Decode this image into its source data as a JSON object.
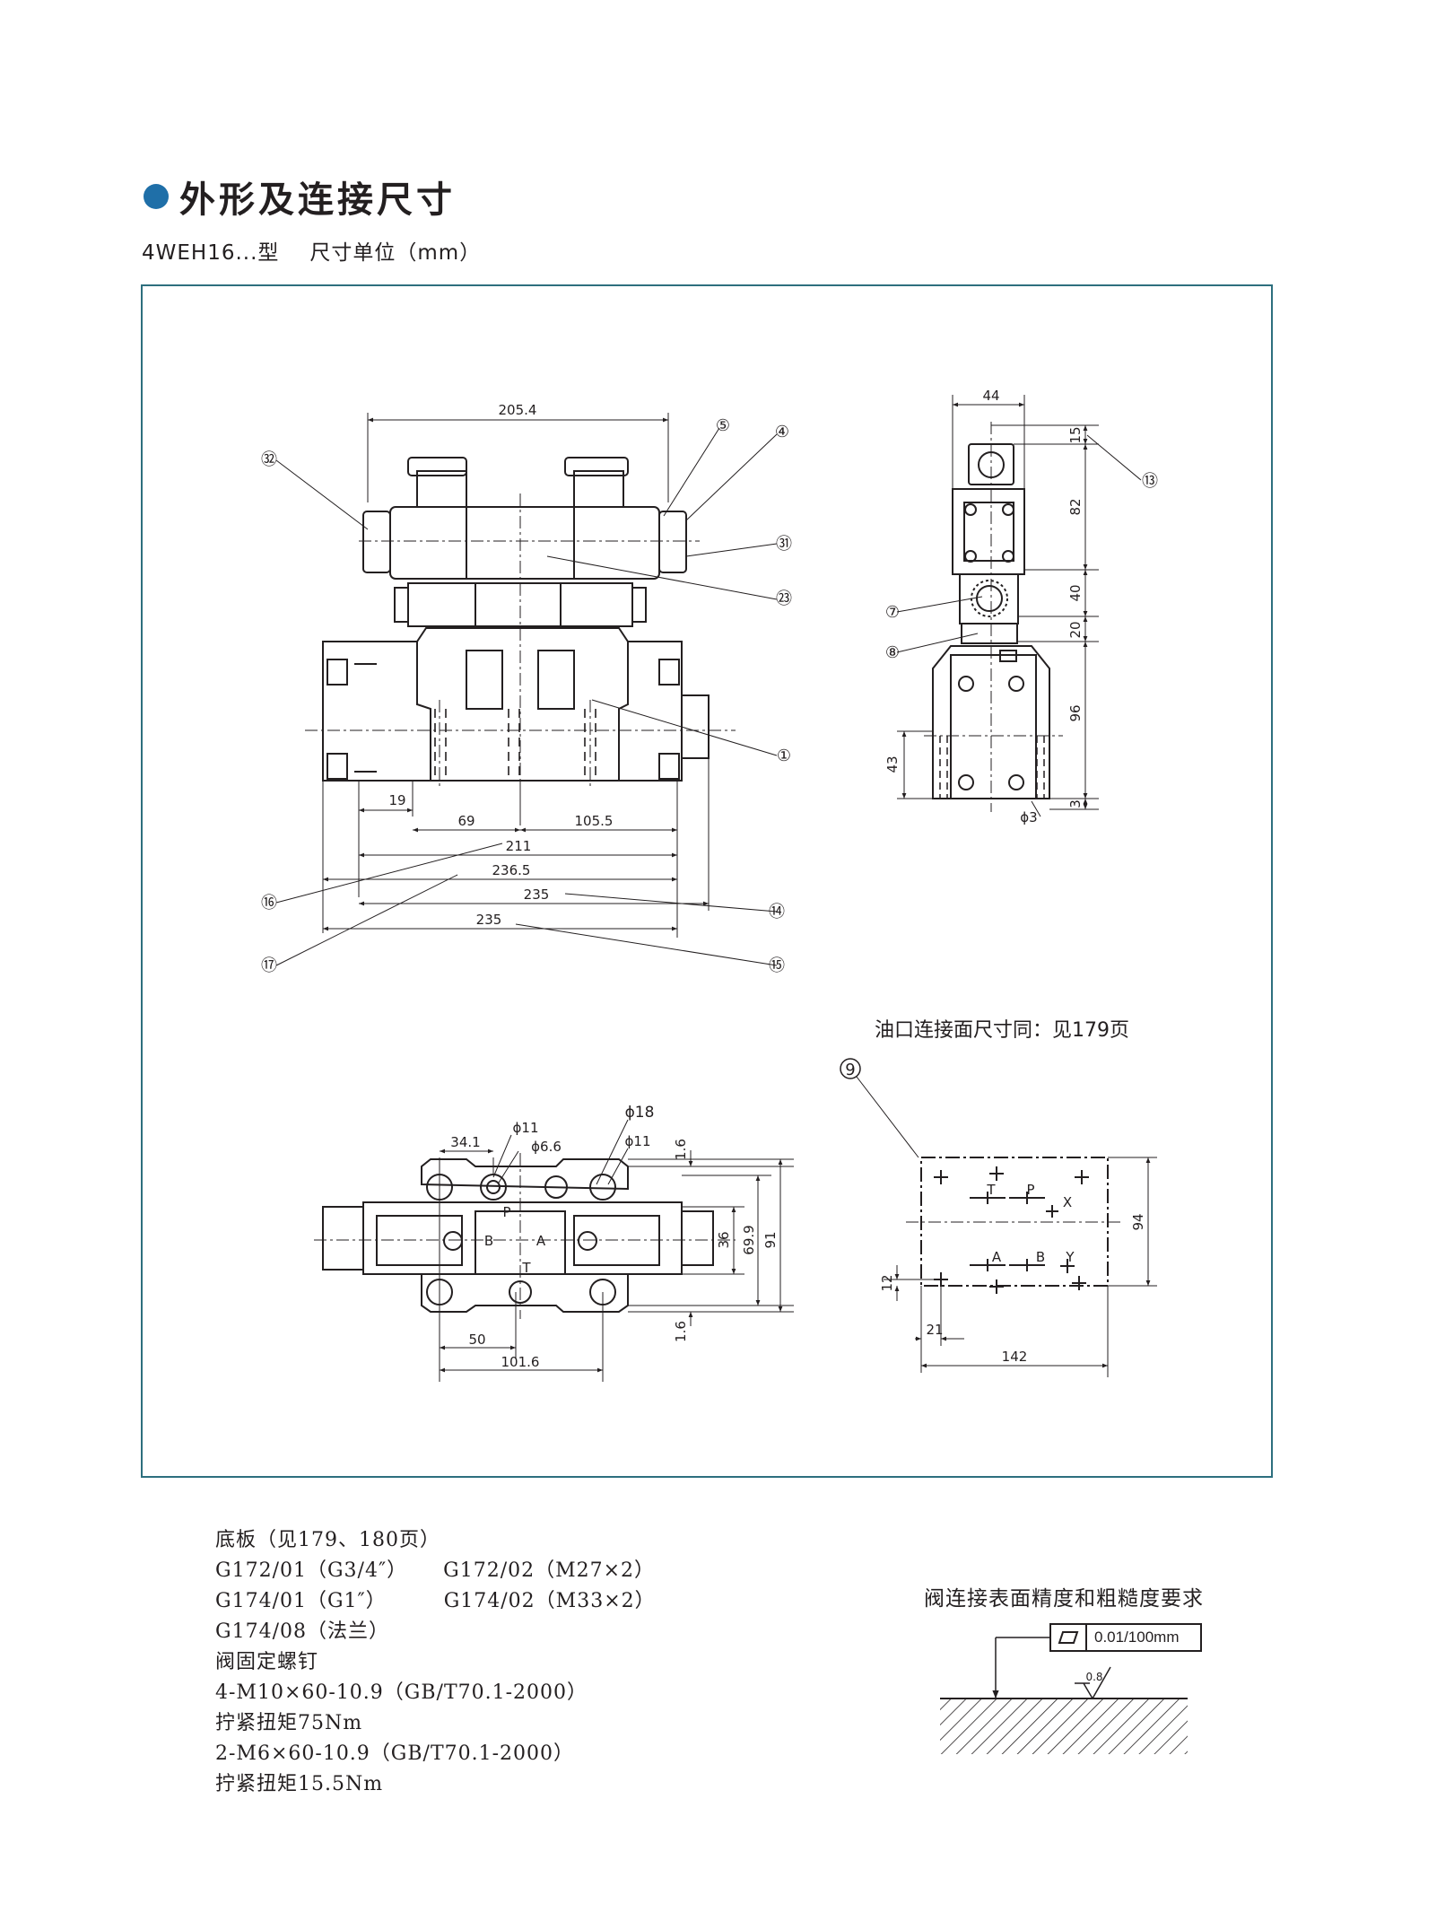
{
  "header": {
    "title": "外形及连接尺寸",
    "bullet_color": "#1f6fa8"
  },
  "subtitle": {
    "model": "4WEH16...型",
    "unit": "尺寸单位（mm）"
  },
  "front_view": {
    "dims": {
      "top_width": "205.4",
      "d19": "19",
      "d69": "69",
      "d105_5": "105.5",
      "d211": "211",
      "d236_5": "236.5",
      "d235a": "235",
      "d235b": "235"
    },
    "callouts": {
      "c32": "㉜",
      "c5": "⑤",
      "c4": "④",
      "c31": "㉛",
      "c23": "㉓",
      "c1": "①",
      "c16": "⑯",
      "c14": "⑭",
      "c17": "⑰",
      "c15": "⑮"
    }
  },
  "side_view": {
    "dims": {
      "w44": "44",
      "h15": "15",
      "h82": "82",
      "h40": "40",
      "h20": "20",
      "h96": "96",
      "h43": "43",
      "h3": "3",
      "phi3": "ϕ3"
    },
    "callouts": {
      "c13": "⑬",
      "c7": "⑦",
      "c8": "⑧"
    }
  },
  "port_note": "油口连接面尺寸同：见179页",
  "top_view": {
    "dims": {
      "phi11a": "ϕ11",
      "phi6_6": "ϕ6.6",
      "phi18": "ϕ18",
      "phi11b": "ϕ11",
      "d34_1": "34.1",
      "d1_6a": "1.6",
      "d1_6b": "1.6",
      "d36": "36",
      "d69_9": "69.9",
      "d91": "91",
      "d50": "50",
      "d101_6": "101.6"
    },
    "ports": {
      "P": "P",
      "B": "B",
      "A": "A",
      "T": "T"
    }
  },
  "interface_view": {
    "callout": "9",
    "dims": {
      "d94": "94",
      "d12": "12",
      "d21": "21",
      "d142": "142"
    },
    "ports": {
      "T": "T",
      "P": "P",
      "X": "X",
      "A": "A",
      "B": "B",
      "Y": "Y"
    }
  },
  "notes": [
    "底板（见179、180页）",
    "G172/01（G3/4″）     G172/02（M27×2）",
    "G174/01（G1″）        G174/02（M33×2）",
    "G174/08（法兰）",
    "阀固定螺钉",
    "4-M10×60-10.9（GB/T70.1-2000）",
    "拧紧扭矩75Nm",
    "2-M6×60-10.9（GB/T70.1-2000）",
    "拧紧扭矩15.5Nm"
  ],
  "surface": {
    "title": "阀连接表面精度和粗糙度要求",
    "tolerance": "0.01/100mm",
    "roughness": "0.8"
  }
}
